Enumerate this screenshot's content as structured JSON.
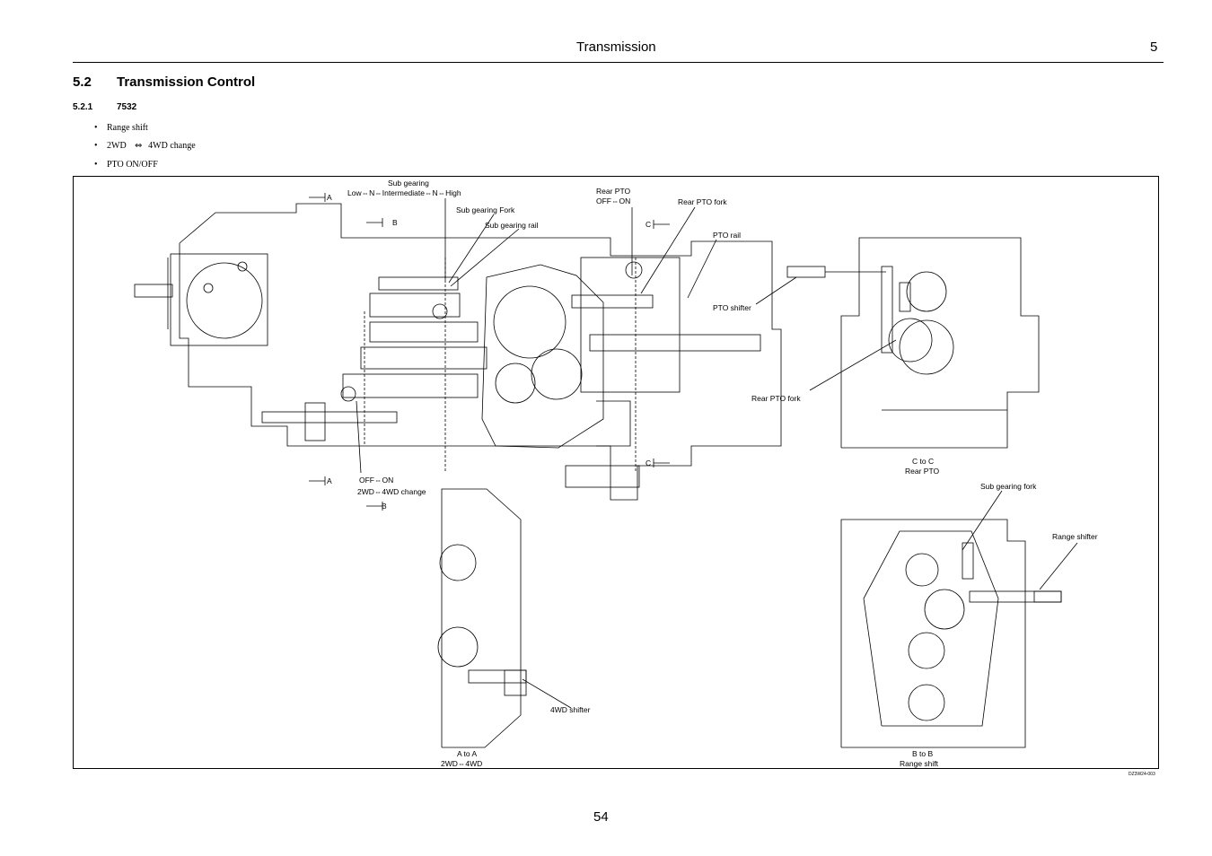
{
  "header": {
    "title": "Transmission",
    "chapter": "5"
  },
  "section": {
    "number": "5.2",
    "title": "Transmission Control"
  },
  "subsection": {
    "number": "5.2.1",
    "title": "7532"
  },
  "bullets": [
    {
      "text": "Range shift"
    },
    {
      "pre": "2WD",
      "arrow": "⇔",
      "post": "4WD change"
    },
    {
      "text": "PTO ON/OFF"
    }
  ],
  "figure": {
    "code": "DZ3W24-003",
    "labels": {
      "sub_gearing": "Sub gearing",
      "low_high": "Low⇔N⇔Intermediate⇔N⇔High",
      "sub_gearing_fork": "Sub gearing Fork",
      "sub_gearing_rail": "Sub gearing rail",
      "rear_pto": "Rear PTO",
      "off_on_pto": "OFF⇔ON",
      "rear_pto_fork": "Rear PTO fork",
      "pto_rail": "PTO rail",
      "pto_shifter": "PTO shifter",
      "rear_pto_fork_2": "Rear PTO fork",
      "c_to_c": "C to C",
      "rear_pto_caption": "Rear PTO",
      "sub_gearing_fork_2": "Sub gearing fork",
      "range_shifter": "Range shifter",
      "off_on_4wd": "OFF⇔ON",
      "change_2wd_4wd": "2WD⇔4WD change",
      "shifter_4wd": "4WD shifter",
      "a_to_a": "A to A",
      "wd_2_4": "2WD⇔4WD",
      "b_to_b": "B to B",
      "range_shift": "Range shift",
      "sec_a": "A",
      "sec_b": "B",
      "sec_c": "C"
    }
  },
  "page_number": "54"
}
